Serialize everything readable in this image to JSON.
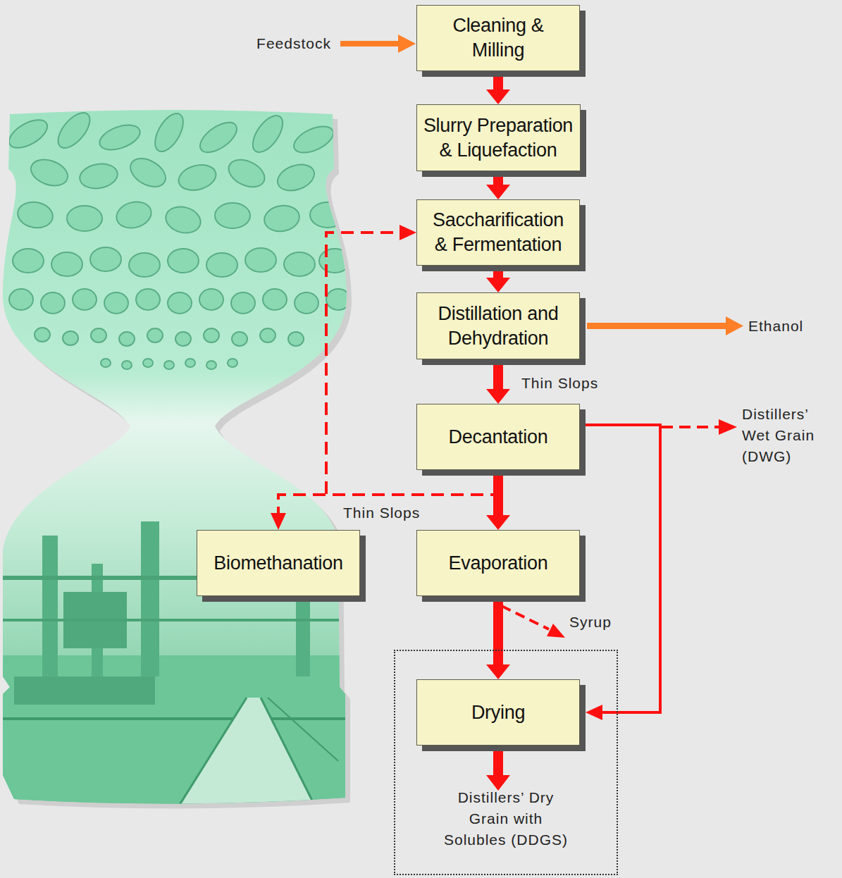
{
  "diagram": {
    "nodes": [
      {
        "text": [
          "Cleaning & Milling"
        ]
      },
      {
        "text": [
          "Slurry Preparation & Liquefaction"
        ]
      },
      {
        "text": [
          "Saccharification & Fermentation"
        ]
      },
      {
        "text": [
          "Distillation and Dehydration"
        ]
      },
      {
        "text": [
          "Decantation"
        ]
      },
      {
        "text": [
          "Biomethanation"
        ]
      },
      {
        "text": [
          "Evaporation"
        ]
      },
      {
        "text": [
          "Distillers’ Dry Grain with Solubles (DDGS)"
        ]
      },
      {
        "text": [
          "Drying"
        ],
        "in": 7
      }
    ],
    "edges": [
      {
        "from": 0,
        "to": 1,
        "arrow": "to"
      },
      {
        "from": 1,
        "to": 2,
        "arrow": "to"
      },
      {
        "from": 2,
        "to": 3,
        "arrow": "to"
      },
      {
        "from": 3,
        "to": 4,
        "arrow": "to",
        "label": "Thin Slops"
      },
      {
        "from": 4,
        "to": 6,
        "arrow": "to",
        "label": "Thin Slops"
      },
      {
        "from": 4,
        "to": 5,
        "arrow": "to"
      },
      {
        "from": 4,
        "to": 2,
        "arrow": "to"
      },
      {
        "from": 6,
        "to": 8,
        "arrow": "to"
      },
      {
        "from": 4,
        "to": 8,
        "arrow": "to"
      }
    ],
    "labels": [
      "Feedstock",
      "Ethanol",
      "Distillers’ Wet Grain (DWG)",
      "Syrup"
    ]
  }
}
